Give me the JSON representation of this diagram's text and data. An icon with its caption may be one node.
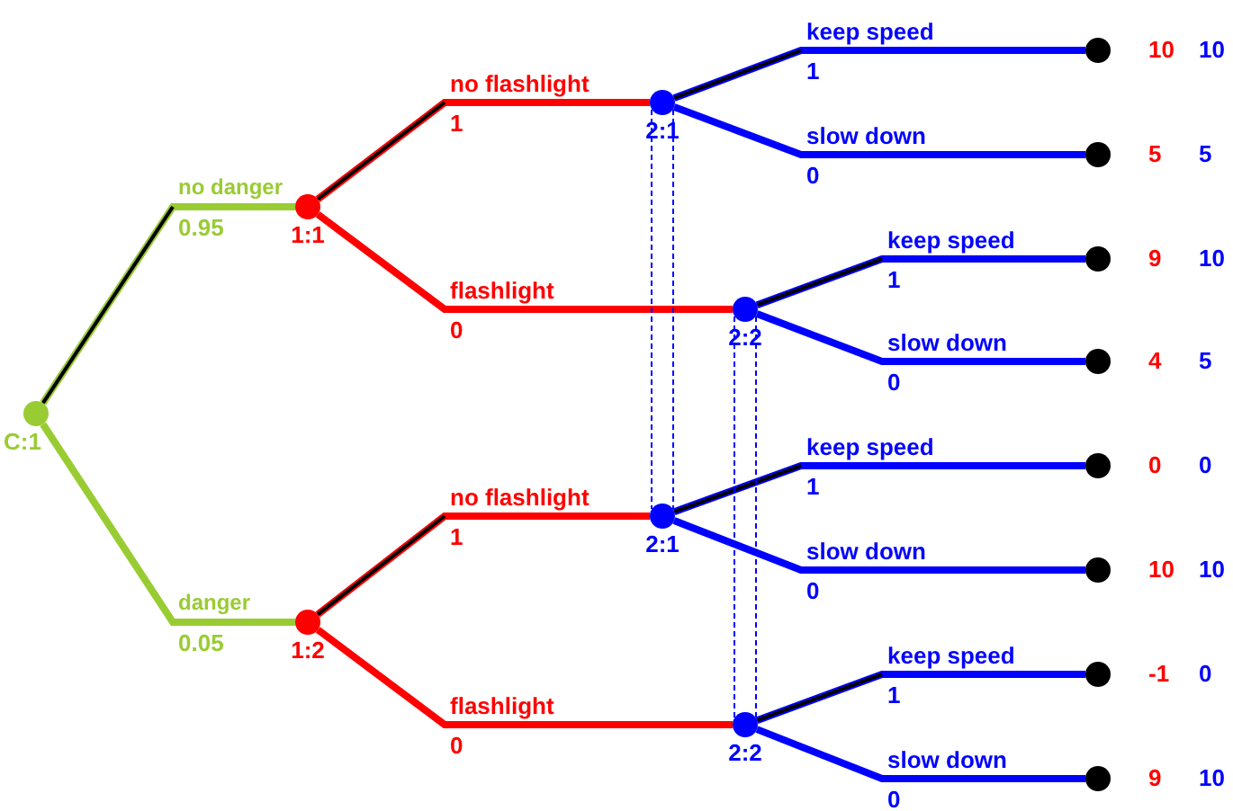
{
  "diagram": {
    "nodes": [
      {
        "text": [],
        "shape": "circle",
        "beside": [
          "C:1"
        ]
      },
      {
        "text": [],
        "shape": "circle",
        "beside": [
          "1:1"
        ]
      },
      {
        "text": [],
        "shape": "circle",
        "beside": [
          "1:2"
        ]
      },
      {
        "text": [],
        "shape": "circle",
        "beside": [
          "2:1"
        ]
      },
      {
        "text": [],
        "shape": "circle",
        "beside": [
          "2:2"
        ]
      },
      {
        "text": [],
        "shape": "circle",
        "beside": [
          "2:1"
        ]
      },
      {
        "text": [],
        "shape": "circle",
        "beside": [
          "2:2"
        ]
      },
      {
        "text": [],
        "shape": "circle",
        "beside": [
          "10",
          "10"
        ]
      },
      {
        "text": [],
        "shape": "circle",
        "beside": [
          "5",
          "5"
        ]
      },
      {
        "text": [],
        "shape": "circle",
        "beside": [
          "9",
          "10"
        ]
      },
      {
        "text": [],
        "shape": "circle",
        "beside": [
          "4",
          "5"
        ]
      },
      {
        "text": [],
        "shape": "circle",
        "beside": [
          "0",
          "0"
        ]
      },
      {
        "text": [],
        "shape": "circle",
        "beside": [
          "10",
          "10"
        ]
      },
      {
        "text": [],
        "shape": "circle",
        "beside": [
          "-1",
          "0"
        ]
      },
      {
        "text": [],
        "shape": "circle",
        "beside": [
          "9",
          "10"
        ]
      }
    ],
    "edges": [
      {
        "from": 0,
        "to": 1,
        "arrow": "none",
        "label": "no danger",
        "color": "#99cc33"
      },
      {
        "from": 0,
        "to": 2,
        "arrow": "none",
        "label": "danger",
        "color": "#99cc33"
      },
      {
        "from": 1,
        "to": 3,
        "arrow": "none",
        "label": "no flashlight",
        "color": "#ff0000"
      },
      {
        "from": 1,
        "to": 4,
        "arrow": "none",
        "label": "flashlight",
        "color": "#ff0000"
      },
      {
        "from": 2,
        "to": 5,
        "arrow": "none",
        "label": "no flashlight",
        "color": "#ff0000"
      },
      {
        "from": 2,
        "to": 6,
        "arrow": "none",
        "label": "flashlight",
        "color": "#ff0000"
      },
      {
        "from": 3,
        "to": 7,
        "arrow": "none",
        "label": "keep speed"
      },
      {
        "from": 3,
        "to": 8,
        "arrow": "none",
        "label": "slow down"
      },
      {
        "from": 4,
        "to": 9,
        "arrow": "none",
        "label": "keep speed"
      },
      {
        "from": 4,
        "to": 10,
        "arrow": "none",
        "label": "slow down"
      },
      {
        "from": 5,
        "to": 11,
        "arrow": "none",
        "label": "keep speed"
      },
      {
        "from": 5,
        "to": 12,
        "arrow": "none",
        "label": "slow down"
      },
      {
        "from": 6,
        "to": 13,
        "arrow": "none",
        "label": "keep speed"
      },
      {
        "from": 6,
        "to": 14,
        "arrow": "none",
        "label": "slow down"
      },
      {
        "from": 3,
        "to": 5,
        "arrow": "none",
        "style": "dashed"
      },
      {
        "from": 4,
        "to": 6,
        "arrow": "none",
        "style": "dashed"
      }
    ],
    "labels": [
      "0.95",
      "0.05",
      "1",
      "0",
      "1",
      "0",
      "1",
      "0",
      "1",
      "0",
      "1",
      "0",
      "1",
      "0"
    ]
  }
}
